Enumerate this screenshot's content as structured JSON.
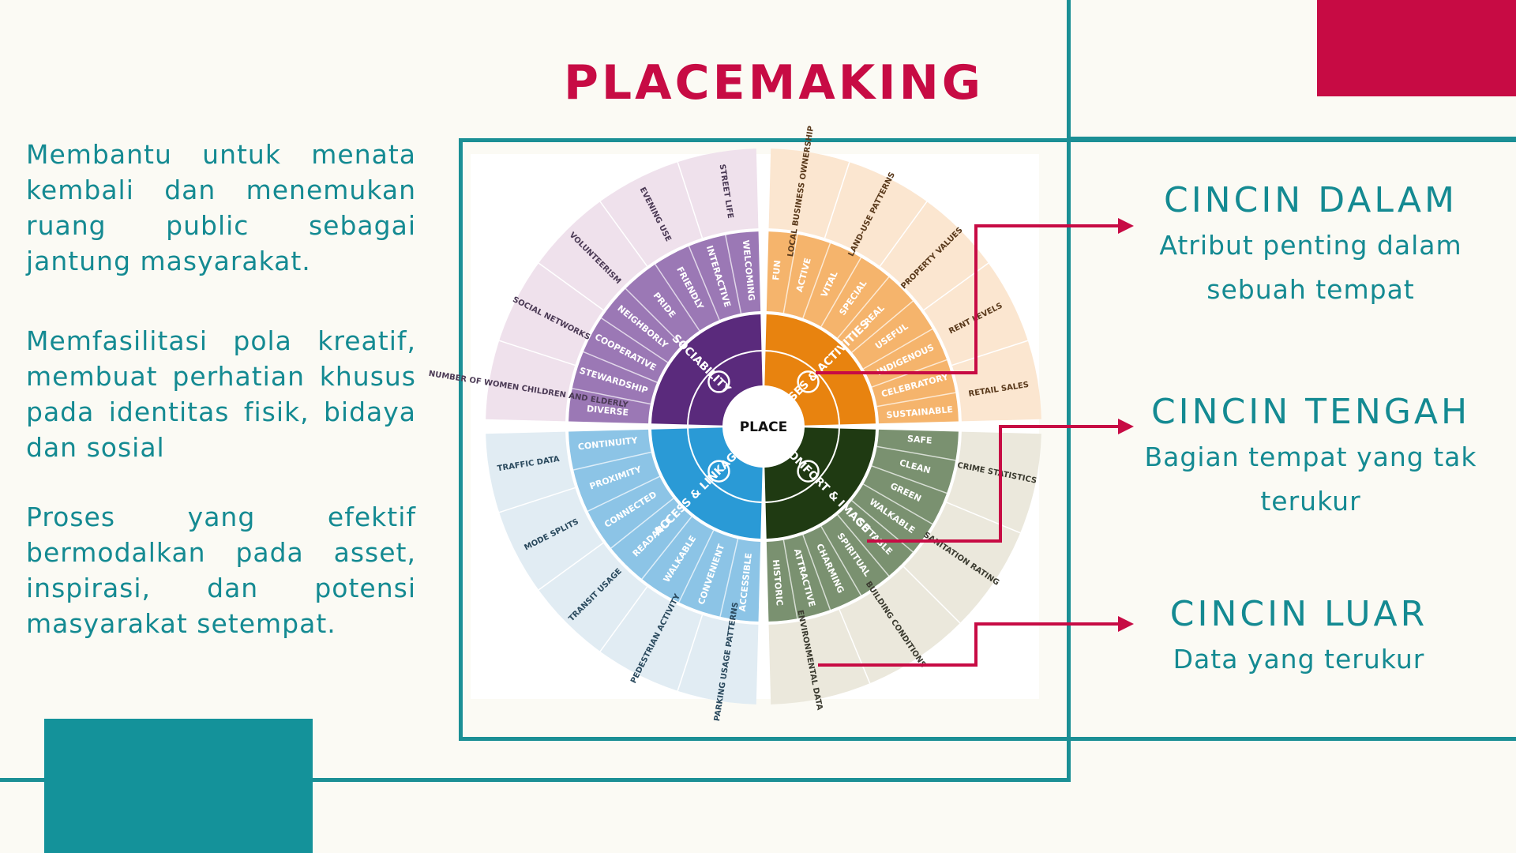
{
  "title": "PLACEMAKING",
  "paragraphs": [
    "Membantu untuk menata kembali dan menemukan ruang public sebagai jantung masyarakat.",
    "Memfasilitasi pola kreatif, membuat perhatian khusus pada identitas fisik, bidaya dan sosial",
    "Proses yang efektif bermodalkan pada asset, inspirasi, dan potensi masyarakat setempat."
  ],
  "rings": [
    {
      "heading": "CINCIN DALAM",
      "desc": "Atribut penting dalam sebuah tempat"
    },
    {
      "heading": "CINCIN TENGAH",
      "desc": "Bagian tempat yang tak terukur"
    },
    {
      "heading": "CINCIN LUAR",
      "desc": "Data yang terukur"
    }
  ],
  "wheel": {
    "center": "PLACE",
    "quadrants": [
      {
        "name": "SOCIABILITY",
        "icon": "speech-bubble-icon",
        "inner_color": "#5a2a7c",
        "middle_color": "#9b78b5",
        "outer_color": "#efe1ec",
        "middle": [
          "DIVERSE",
          "STEWARDSHIP",
          "COOPERATIVE",
          "NEIGHBORLY",
          "PRIDE",
          "FRIENDLY",
          "INTERACTIVE",
          "WELCOMING"
        ],
        "outer": [
          "NUMBER OF WOMEN CHILDREN AND ELDERLY",
          "SOCIAL NETWORKS",
          "VOLUNTEERISM",
          "EVENING USE",
          "STREET LIFE"
        ]
      },
      {
        "name": "USES & ACTIVITIES",
        "icon": "people-walking-icon",
        "inner_color": "#e8830f",
        "middle_color": "#f5b46c",
        "outer_color": "#fbe6d0",
        "middle": [
          "FUN",
          "ACTIVE",
          "VITAL",
          "SPECIAL",
          "REAL",
          "USEFUL",
          "INDIGENOUS",
          "CELEBRATORY",
          "SUSTAINABLE"
        ],
        "outer": [
          "LOCAL BUSINESS OWNERSHIP",
          "LAND-USE PATTERNS",
          "PROPERTY VALUES",
          "RENT LEVELS",
          "RETAIL SALES"
        ]
      },
      {
        "name": "COMFORT & IMAGE",
        "icon": "bench-icon",
        "inner_color": "#1f3a12",
        "middle_color": "#7a9170",
        "outer_color": "#ebe8dc",
        "middle": [
          "SAFE",
          "CLEAN",
          "GREEN",
          "WALKABLE",
          "SITTABLE",
          "SPIRITUAL",
          "CHARMING",
          "ATTRACTIVE",
          "HISTORIC"
        ],
        "outer": [
          "CRIME STATISTICS",
          "SANITATION RATING",
          "BUILDING CONDITIONS",
          "ENVIRONMENTAL DATA"
        ]
      },
      {
        "name": "ACCESS & LINKAGES",
        "icon": "bus-icon",
        "inner_color": "#2a9ad6",
        "middle_color": "#8cc4e6",
        "outer_color": "#e1ecf3",
        "middle": [
          "ACCESSIBLE",
          "CONVENIENT",
          "WALKABLE",
          "READABLE",
          "CONNECTED",
          "PROXIMITY",
          "CONTINUITY"
        ],
        "outer": [
          "PARKING USAGE PATTERNS",
          "PEDESTRIAN ACTIVITY",
          "TRANSIT USAGE",
          "MODE SPLITS",
          "TRAFFIC DATA"
        ]
      }
    ]
  },
  "colors": {
    "accent": "#c70b44",
    "teal": "#1b8f95",
    "text": "#148a92",
    "background": "#fbfaf4"
  }
}
